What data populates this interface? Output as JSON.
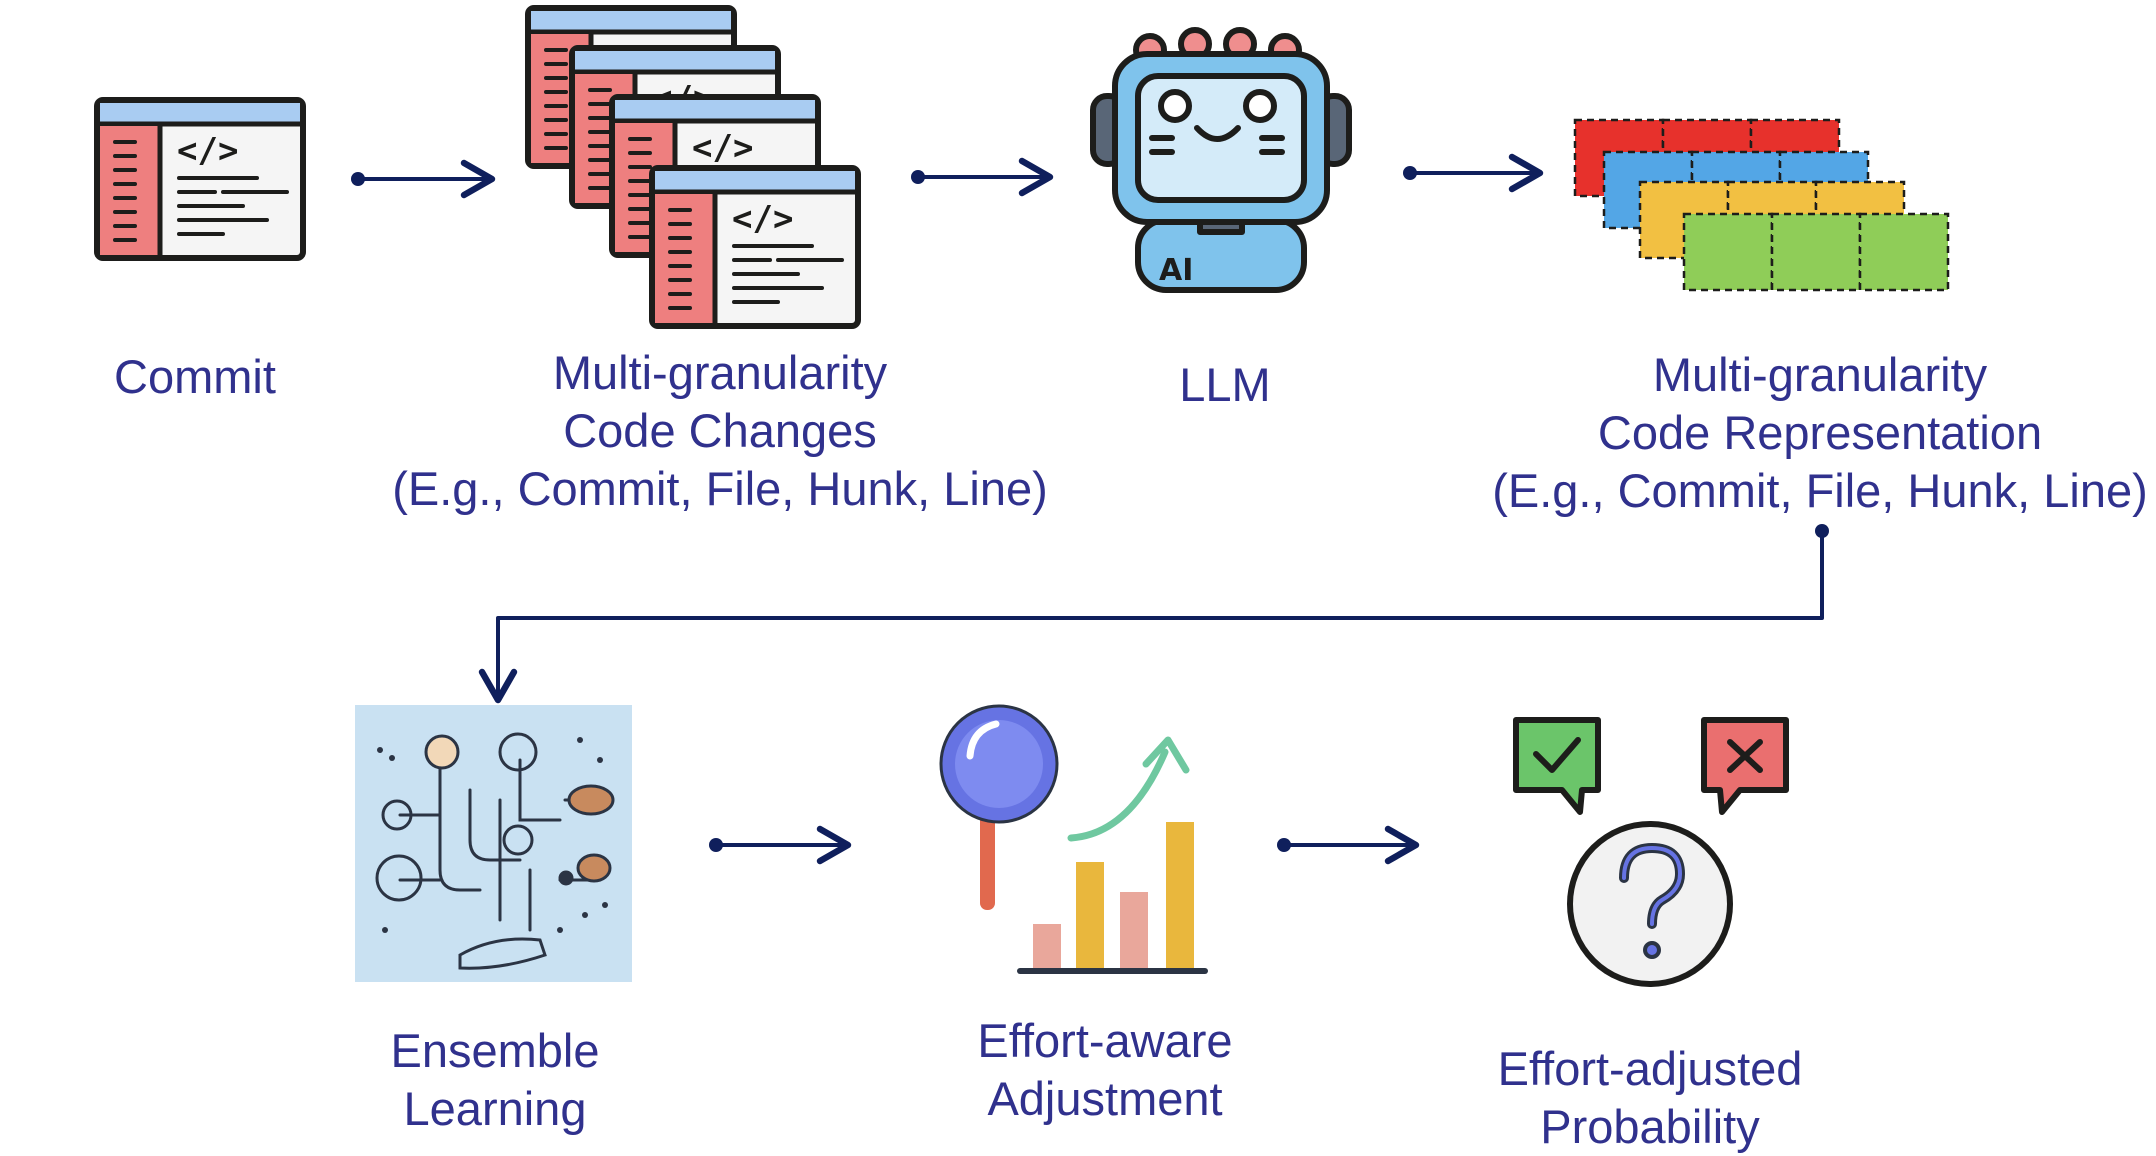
{
  "colors": {
    "label_text": "#30318d",
    "arrow": "#0f1f5c",
    "outline": "#1d1d1b",
    "code_red": "#ee7f7f",
    "code_blue_bar": "#a9ccf2",
    "robot_blue": "#7fc3ec",
    "robot_screen": "#d4ebf9",
    "robot_ear": "#596677",
    "robot_antenna": "#ef8e8e",
    "block_red": "#e7312c",
    "block_blue": "#53a6e6",
    "block_yellow": "#f2c042",
    "block_green": "#8fcd58",
    "ensemble_bg": "#c9e1f2",
    "magnifier_blue": "#6673e3",
    "magnifier_handle": "#e1694e",
    "trend_green": "#6fc8a0",
    "bar_gold": "#e9b73d",
    "bar_pink": "#e9a79b",
    "check_green": "#6bc56a",
    "cross_red": "#ea6f6f",
    "question_bg": "#f2f2f2"
  },
  "nodes": [
    {
      "id": "commit",
      "icon": "code-window-icon",
      "label_lines": [
        "Commit"
      ]
    },
    {
      "id": "code-changes",
      "icon": "stacked-code-windows-icon",
      "label_lines": [
        "Multi-granularity",
        "Code Changes",
        "(E.g., Commit, File, Hunk, Line)"
      ]
    },
    {
      "id": "llm",
      "icon": "ai-robot-icon",
      "label_lines": [
        "LLM"
      ]
    },
    {
      "id": "code-representation",
      "icon": "layered-blocks-icon",
      "label_lines": [
        "Multi-granularity",
        "Code Representation",
        "(E.g., Commit, File, Hunk, Line)"
      ]
    },
    {
      "id": "ensemble",
      "icon": "ensemble-network-icon",
      "label_lines": [
        "Ensemble",
        "Learning"
      ]
    },
    {
      "id": "effort-aware",
      "icon": "magnifier-bar-chart-icon",
      "label_lines": [
        "Effort-aware",
        "Adjustment"
      ]
    },
    {
      "id": "probability",
      "icon": "question-check-cross-icon",
      "label_lines": [
        "Effort-adjusted",
        "Probability"
      ]
    }
  ],
  "edges": [
    {
      "from": "commit",
      "to": "code-changes"
    },
    {
      "from": "code-changes",
      "to": "llm"
    },
    {
      "from": "llm",
      "to": "code-representation"
    },
    {
      "from": "code-representation",
      "to": "ensemble"
    },
    {
      "from": "ensemble",
      "to": "effort-aware"
    },
    {
      "from": "effort-aware",
      "to": "probability"
    }
  ],
  "icons": {
    "code_tag": "</>",
    "robot_badge": "AI"
  }
}
